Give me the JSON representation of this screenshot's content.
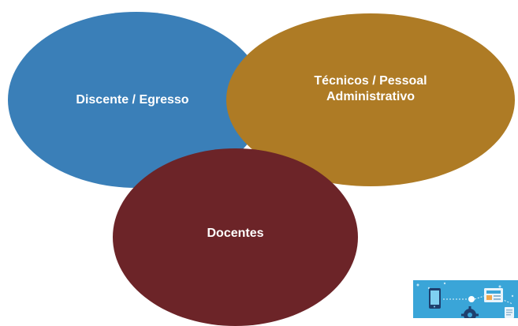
{
  "diagram": {
    "circles": [
      {
        "key": "discente",
        "label": "Discente / Egresso",
        "color": "#3a7fb8"
      },
      {
        "key": "tecnicos",
        "label": "Técnicos / Pessoal Administrativo",
        "color": "#ae7b25"
      },
      {
        "key": "docentes",
        "label": "Docentes",
        "color": "#6c2428"
      }
    ]
  },
  "thumbnail": {
    "icon": "tech-network-icon",
    "bg_color": "#3aa5d8"
  }
}
